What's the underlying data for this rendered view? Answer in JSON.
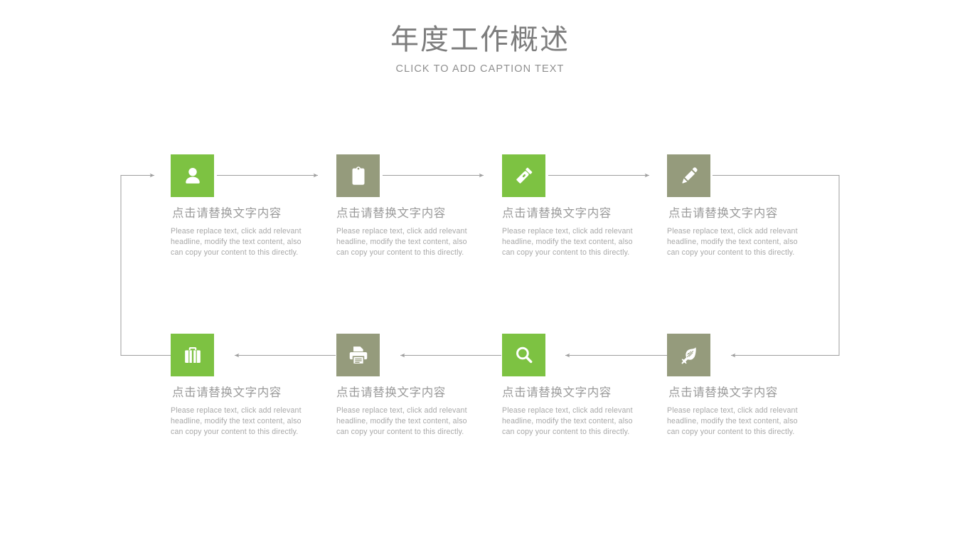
{
  "header": {
    "title": "年度工作概述",
    "subtitle": "CLICK TO ADD CAPTION TEXT"
  },
  "palette": {
    "green": "#7dc242",
    "olive": "#959b7c",
    "title_gray": "#7d7d7d",
    "subtitle_gray": "#8f8f8f",
    "item_title_gray": "#9a9a9a",
    "item_body_gray": "#a8a8a8",
    "connector_gray": "#9e9e9e",
    "background": "#ffffff"
  },
  "flow": {
    "body_text": "Please replace text, click add relevant headline, modify the text content, also can copy your content to this directly.",
    "top_row": [
      {
        "icon": "user-icon",
        "box_color": "green",
        "title": "点击请替换文字内容",
        "body": "Please replace text, click add relevant headline, modify the text content, also can copy your content to this directly."
      },
      {
        "icon": "clipboard-icon",
        "box_color": "olive",
        "title": "点击请替换文字内容",
        "body": "Please replace text, click add relevant headline, modify the text content, also can copy your content to this directly."
      },
      {
        "icon": "flashlight-icon",
        "box_color": "green",
        "title": "点击请替换文字内容",
        "body": "Please replace text, click add relevant headline, modify the text content, also can copy your content to this directly."
      },
      {
        "icon": "pencil-icon",
        "box_color": "olive",
        "title": "点击请替换文字内容",
        "body": "Please replace text, click add relevant headline, modify the text content, also can copy your content to this directly."
      }
    ],
    "bottom_row": [
      {
        "icon": "briefcase-icon",
        "box_color": "green",
        "title": "点击请替换文字内容",
        "body": "Please replace text, click add relevant headline, modify the text content, also can copy your content to this directly."
      },
      {
        "icon": "printer-icon",
        "box_color": "olive",
        "title": "点击请替换文字内容",
        "body": "Please replace text, click add relevant headline, modify the text content, also can copy your content to this directly."
      },
      {
        "icon": "magnifier-icon",
        "box_color": "green",
        "title": "点击请替换文字内容",
        "body": "Please replace text, click add relevant headline, modify the text content, also can copy your content to this directly."
      },
      {
        "icon": "feather-icon",
        "box_color": "olive",
        "title": "点击请替换文字内容",
        "body": "Please replace text, click add relevant headline, modify the text content, also can copy your content to this directly."
      }
    ]
  }
}
